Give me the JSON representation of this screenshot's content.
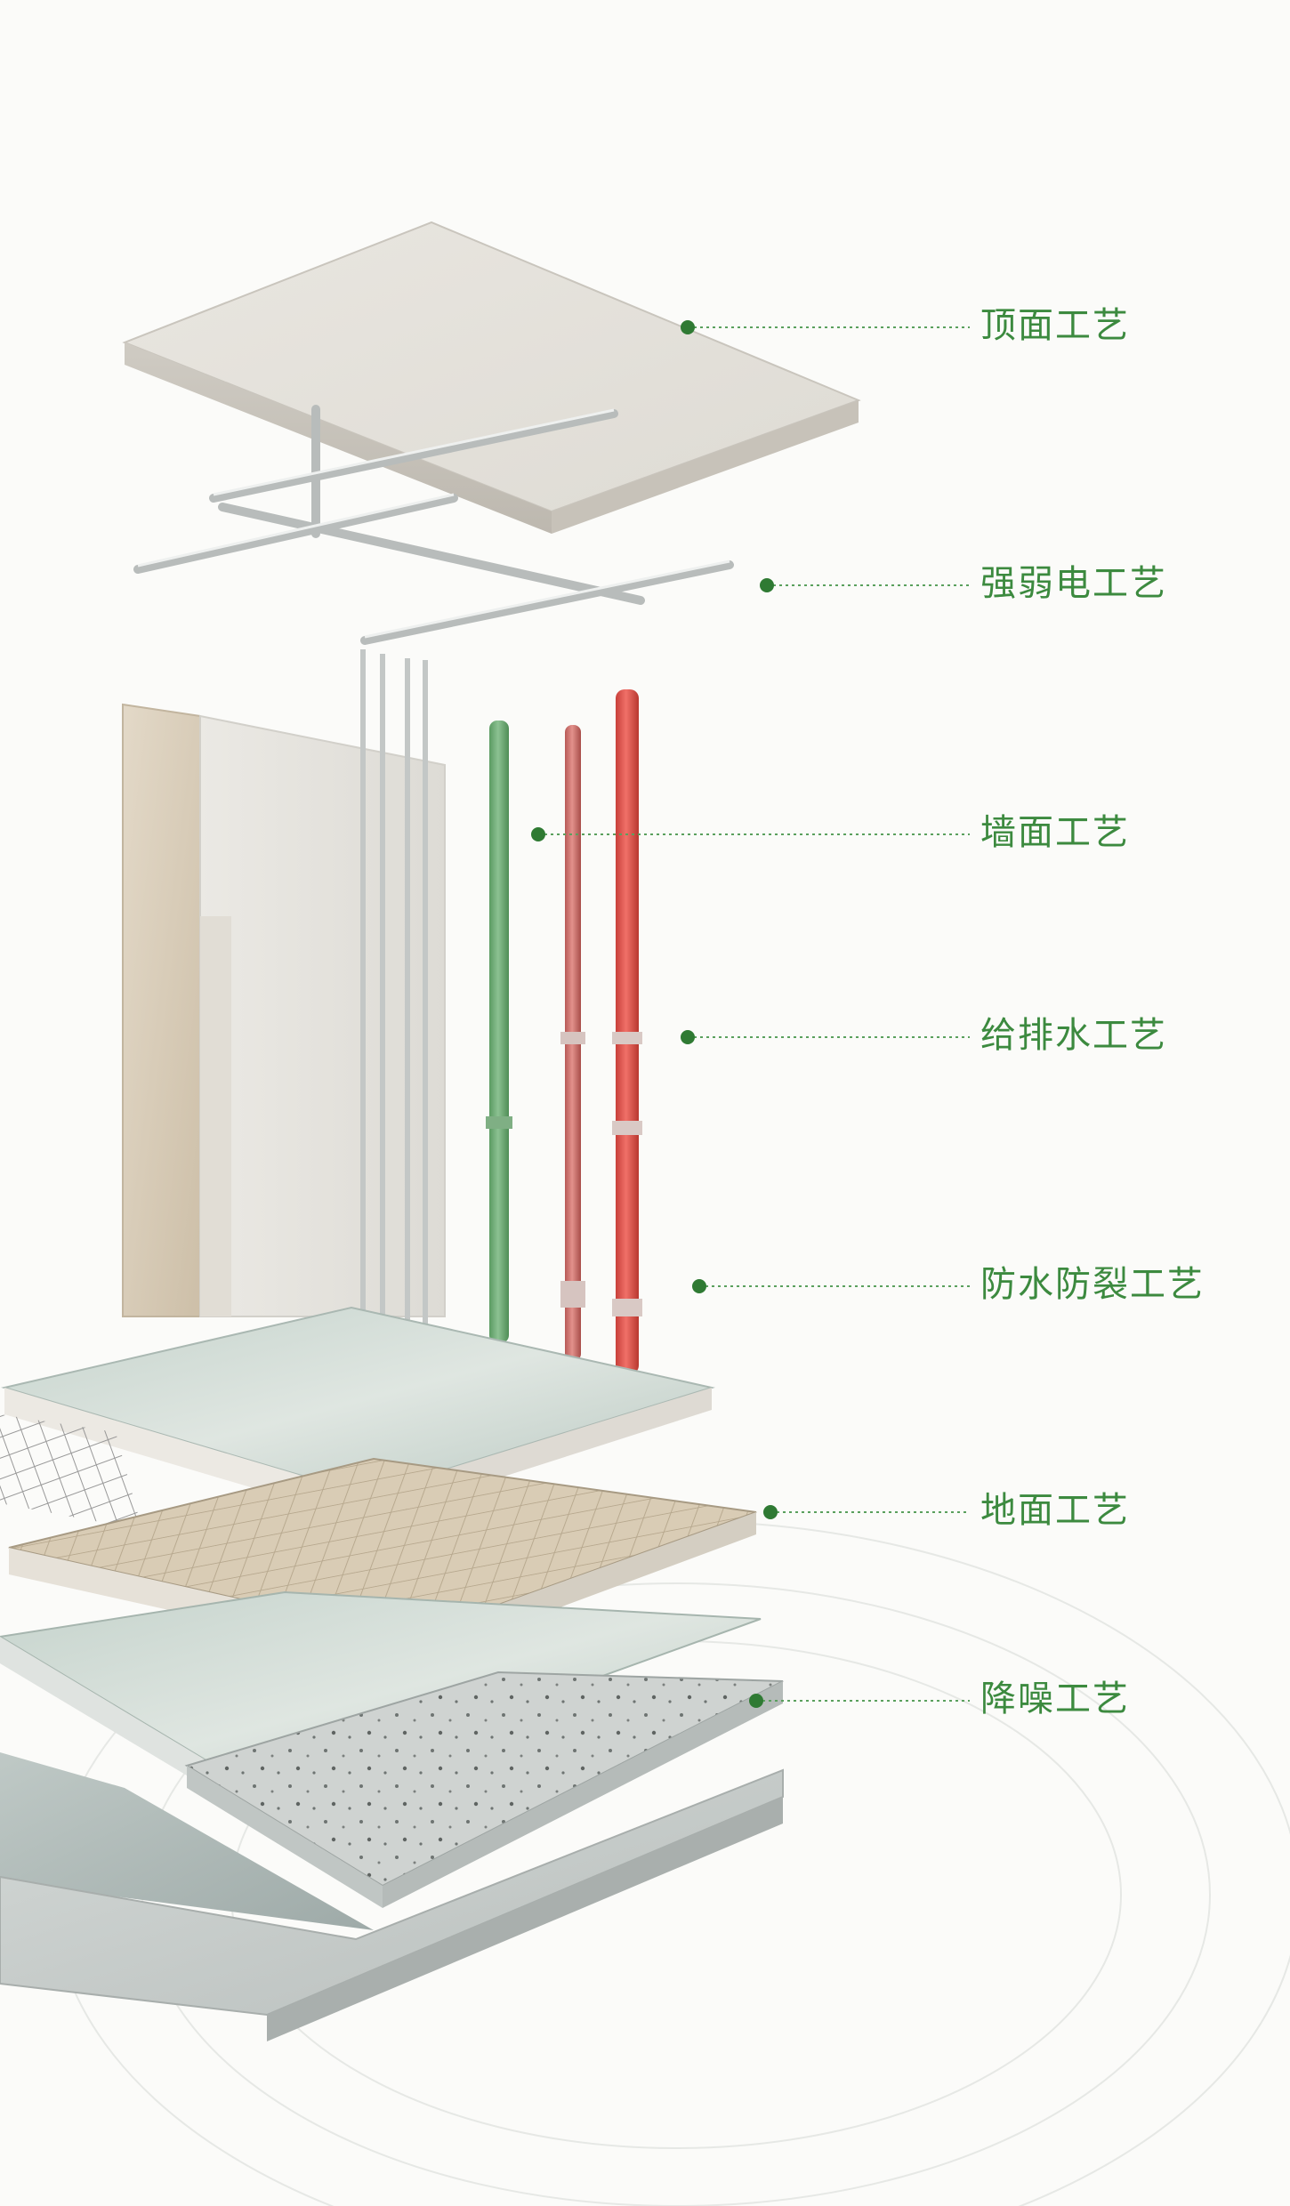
{
  "colors": {
    "label": "#3c8a3f",
    "dot": "#2f7a33",
    "leader": "#5aa05d",
    "pipe_green": "#6dab73",
    "pipe_red": "#d9534a",
    "pipe_red_dark": "#c24b44"
  },
  "callouts": [
    {
      "id": "ceiling",
      "label": "顶面工艺",
      "icon": "ceiling-slab"
    },
    {
      "id": "electrical",
      "label": "强弱电工艺",
      "icon": "cable-tray"
    },
    {
      "id": "wall",
      "label": "墙面工艺",
      "icon": "wall-panel"
    },
    {
      "id": "plumbing",
      "label": "给排水工艺",
      "icon": "water-pipe"
    },
    {
      "id": "waterproof",
      "label": "防水防裂工艺",
      "icon": "waterproof-layer"
    },
    {
      "id": "floor",
      "label": "地面工艺",
      "icon": "floor-layer"
    },
    {
      "id": "acoustic",
      "label": "降噪工艺",
      "icon": "acoustic-layer"
    }
  ]
}
